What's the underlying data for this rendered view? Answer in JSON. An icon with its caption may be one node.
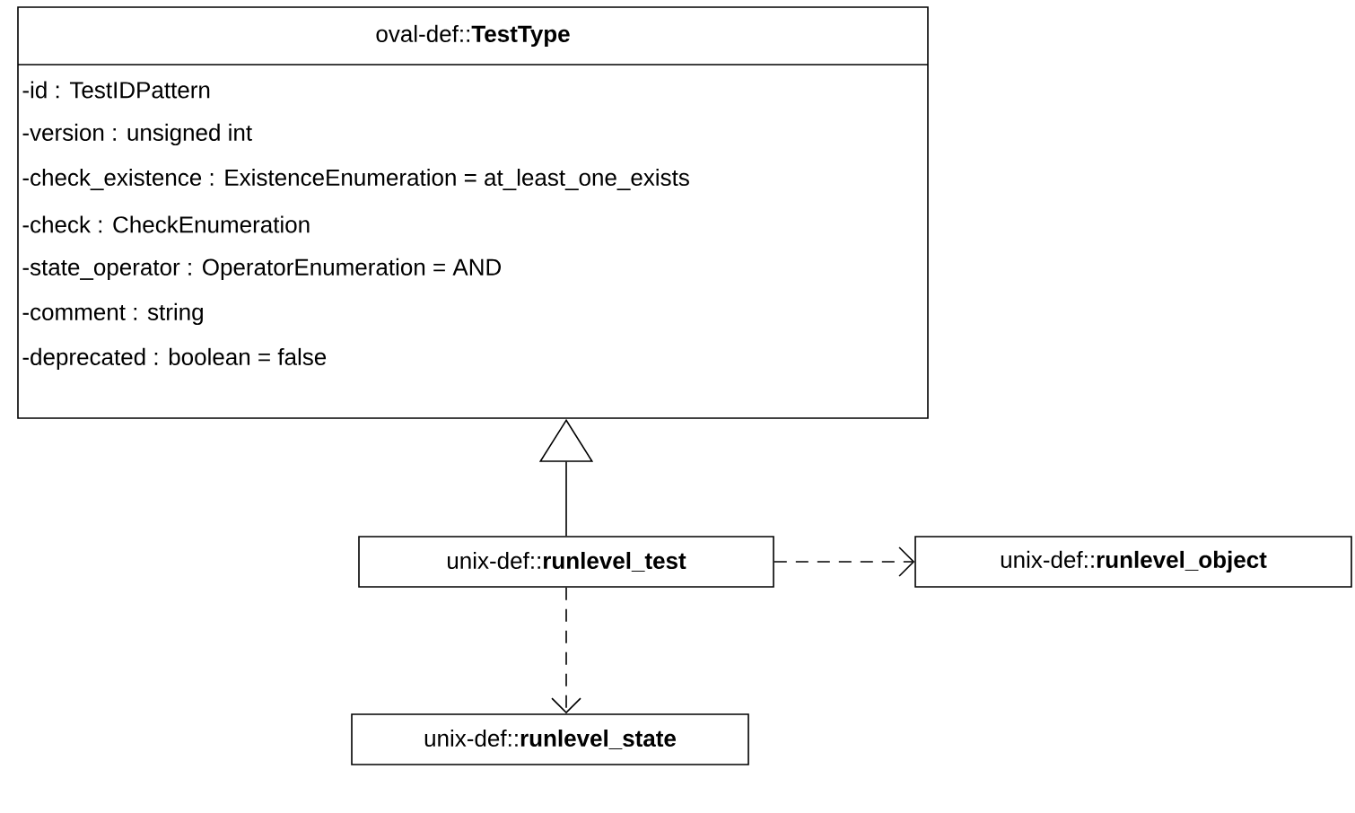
{
  "diagram": {
    "nodes": [
      {
        "text": [
          "oval-def::**TestType**",
          "-id : TestIDPattern",
          "-version : unsigned int",
          "-check_existence : ExistenceEnumeration = at_least_one_exists",
          "-check : CheckEnumeration",
          "-state_operator : OperatorEnumeration = AND",
          "-comment : string",
          "-deprecated : boolean = false"
        ]
      },
      {
        "text": [
          "unix-def::**runlevel_test**"
        ]
      },
      {
        "text": [
          "unix-def::**runlevel_object**"
        ]
      },
      {
        "text": [
          "unix-def::**runlevel_state**"
        ]
      }
    ],
    "edges": [
      {
        "from": 1,
        "to": 0,
        "arrow": "to"
      },
      {
        "from": 1,
        "to": 2,
        "arrow": "to",
        "style": "dashed"
      },
      {
        "from": 1,
        "to": 3,
        "arrow": "to",
        "style": "dashed"
      }
    ]
  }
}
